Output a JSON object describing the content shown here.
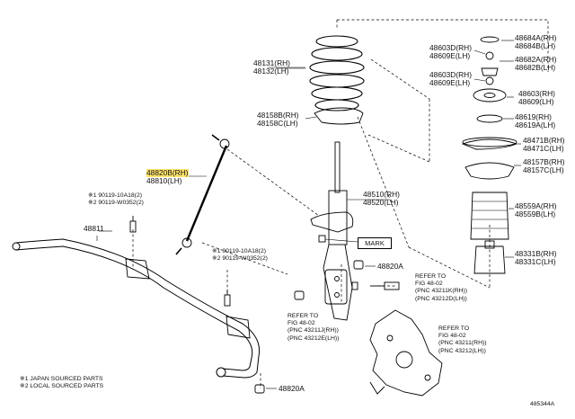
{
  "parts": {
    "spring": [
      "48131(RH)",
      "48132(LH)"
    ],
    "spring_insulator": [
      "48158B(RH)",
      "48158C(LH)"
    ],
    "stabilizer_link": [
      "48820B(RH)",
      "48810(LH)"
    ],
    "stabilizer_bar": "48811",
    "shock_absorber": [
      "48510(RH)",
      "48520(LH)"
    ],
    "bushing_nut_upper": "48820A",
    "bushing_nut_lower": "48820A",
    "bolt_refs_left": [
      "※1 90119-10A18(2)",
      "※2 90119-W0352(2)"
    ],
    "bolt_refs_right": [
      "※1 90119-10A18(2)",
      "※2 90119-W0352(2)"
    ],
    "mark_label": "MARK",
    "stack": [
      [
        "48684A(RH)",
        "48684B(LH)"
      ],
      [
        "48603D(RH)",
        "48609E(LH)"
      ],
      [
        "48682A(RH)",
        "48682B(LH)"
      ],
      [
        "48603D(RH)",
        "48609E(LH)"
      ],
      [
        "48603(RH)",
        "48609(LH)"
      ],
      [
        "48619(RH)",
        "48619A(LH)"
      ],
      [
        "48471B(RH)",
        "48471C(LH)"
      ],
      [
        "48157B(RH)",
        "48157C(LH)"
      ],
      [
        "48559A(RH)",
        "48559B(LH)"
      ],
      [
        "48331B(RH)",
        "48331C(LH)"
      ]
    ],
    "refer_bolt": [
      "REFER TO",
      "FIG 48-02",
      "(PNC 43211K(RH))",
      "(PNC 43212D(LH))"
    ],
    "refer_nut": [
      "REFER TO",
      "FIG 48-02",
      "(PNC 43211J(RH))",
      "(PNC 43212E(LH))"
    ],
    "refer_knuckle": [
      "REFER TO",
      "FIG 48-02",
      "(PNC 43211(RH))",
      "(PNC 43212(LH))"
    ]
  },
  "legend": [
    "※1 JAPAN SOURCED PARTS",
    "※2 LOCAL SOURCED PARTS"
  ],
  "figure_number": "485344A"
}
